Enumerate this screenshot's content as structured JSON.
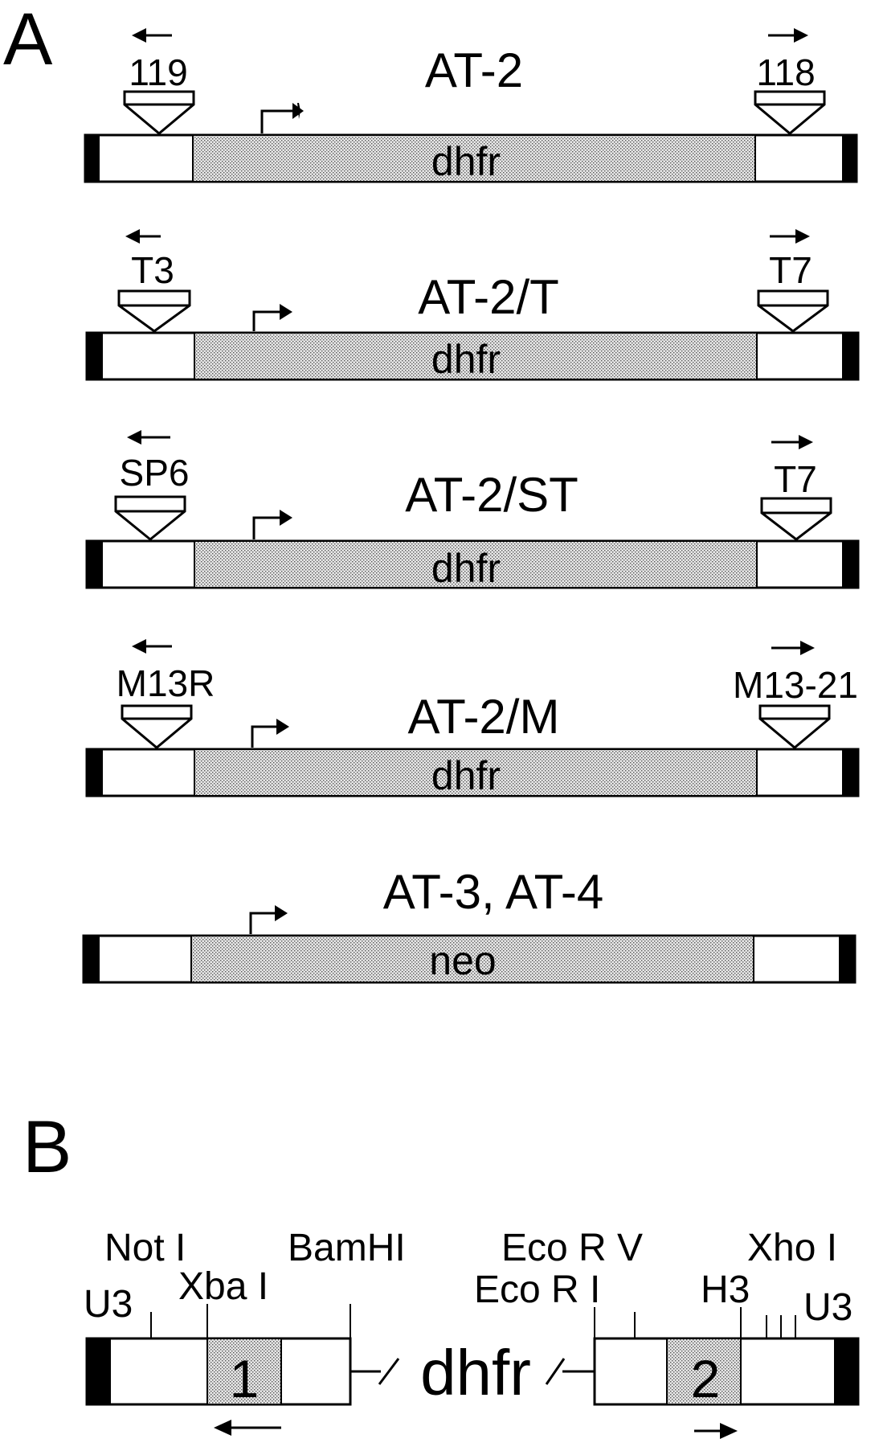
{
  "panel_a": {
    "letter": "A",
    "constructs": [
      {
        "title": "AT-2",
        "gene": "dhfr",
        "left_primer": "119",
        "right_primer": "118"
      },
      {
        "title": "AT-2/T",
        "gene": "dhfr",
        "left_primer": "T3",
        "right_primer": "T7"
      },
      {
        "title": "AT-2/ST",
        "gene": "dhfr",
        "left_primer": "SP6",
        "right_primer": "T7"
      },
      {
        "title": "AT-2/M",
        "gene": "dhfr",
        "left_primer": "M13R",
        "right_primer": "M13-21"
      },
      {
        "title": "AT-3, AT-4",
        "gene": "neo",
        "left_primer": "",
        "right_primer": ""
      }
    ]
  },
  "panel_b": {
    "letter": "B",
    "sites": {
      "not_i": "Not I",
      "bamhi": "BamHI",
      "eco_r_v": "Eco R V",
      "xho_i": "Xho I",
      "u3_left": "U3",
      "xba_i": "Xba I",
      "eco_r_i": "Eco R I",
      "h3": "H3",
      "u3_right": "U3"
    },
    "gene": "dhfr",
    "box_1": "1",
    "box_2": "2"
  },
  "colors": {
    "line": "#000000",
    "gene_fill": "#c8c8c8",
    "ltr_end": "#000000",
    "background": "#ffffff"
  }
}
